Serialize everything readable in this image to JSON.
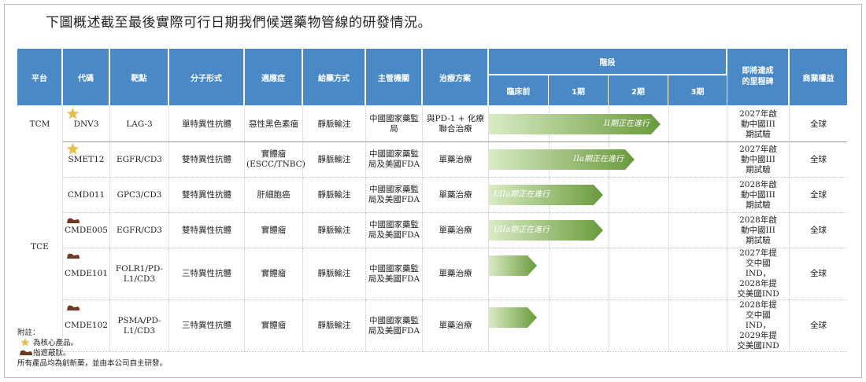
{
  "intro": "下圖概述截至最後實際可行日期我們候選藥物管線的研發情況。",
  "headers": {
    "platform": "平台",
    "code": "代碼",
    "target": "靶點",
    "modality": "分子形式",
    "indication": "適應症",
    "route": "給藥方式",
    "regulator": "主管機關",
    "regimen": "治療方案",
    "phase_group": "階段",
    "phases": [
      "臨床前",
      "1期",
      "2期",
      "3期"
    ],
    "milestone": "即將達成的里程碑",
    "rights": "商業權益"
  },
  "colors": {
    "header_bg": "#4a88c6",
    "bar_light": "#d9ebc4",
    "bar_dark": "#6a9a3c",
    "star": "#e8c23a",
    "pill": "#6b3b24"
  },
  "platforms": [
    "TCM",
    "TCE"
  ],
  "rows": [
    {
      "code": "DNV3",
      "target": "LAG-3",
      "modality": "單特異性抗體",
      "indication": "惡性黑色素瘤",
      "route": "靜脈輸注",
      "regulator": "中國國家藥監局",
      "regimen": "與PD-1 + 化療聯合治療",
      "bar_label": "II期正在進行",
      "bar_progress": 0.72,
      "milestone": "2027年啟動中國III期試驗",
      "rights": "全球",
      "icon": "star-icon"
    },
    {
      "code": "SMET12",
      "target": "EGFR/CD3",
      "modality": "雙特異性抗體",
      "indication": "實體瘤 (ESCC/TNBC)",
      "route": "靜脈輸注",
      "regulator": "中國國家藥監局及美國FDA",
      "regimen": "單藥治療",
      "bar_label": "IIa期正在進行",
      "bar_progress": 0.61,
      "milestone": "2027年啟動中國III期試驗",
      "rights": "全球",
      "icon": "star-icon"
    },
    {
      "code": "CMD011",
      "target": "GPC3/CD3",
      "modality": "雙特異性抗體",
      "indication": "肝細胞癌",
      "route": "靜脈輸注",
      "regulator": "中國國家藥監局及美國FDA",
      "regimen": "單藥治療",
      "bar_label": "I/IIa期正在進行",
      "bar_progress": 0.48,
      "milestone": "2028年啟動中國III期試驗",
      "rights": "全球",
      "icon": ""
    },
    {
      "code": "CMDE005",
      "target": "EGFR/CD3",
      "modality": "雙特異性抗體",
      "indication": "實體瘤",
      "route": "靜脈輸注",
      "regulator": "中國國家藥監局及美國FDA",
      "regimen": "單藥治療",
      "bar_label": "I/IIa期正在進行",
      "bar_progress": 0.48,
      "milestone": "2028年啟動中國III期試驗",
      "rights": "全球",
      "icon": "masked-pill-icon"
    },
    {
      "code": "CMDE101",
      "target": "FOLR1/PD-L1/CD3",
      "modality": "三特異性抗體",
      "indication": "實體瘤",
      "route": "靜脈輸注",
      "regulator": "中國國家藥監局及美國FDA",
      "regimen": "單藥治療",
      "bar_label": "",
      "bar_progress": 0.2,
      "milestone": "2027年提交中國IND，2028年提交美國IND",
      "rights": "全球",
      "icon": "masked-pill-icon"
    },
    {
      "code": "CMDE102",
      "target": "PSMA/PD-L1/CD3",
      "modality": "三特異性抗體",
      "indication": "實體瘤",
      "route": "靜脈輸注",
      "regulator": "中國國家藥監局及美國FDA",
      "regimen": "單藥治療",
      "bar_label": "",
      "bar_progress": 0.2,
      "milestone": "2028年提交中國IND，2029年提交美國IND",
      "rights": "全球",
      "icon": "masked-pill-icon"
    }
  ],
  "notes": {
    "title": "附註：",
    "star": "為核心產品。",
    "pill": "指遮蔽肽。",
    "footer": "所有產品均為創新藥，並由本公司自主研發。"
  }
}
